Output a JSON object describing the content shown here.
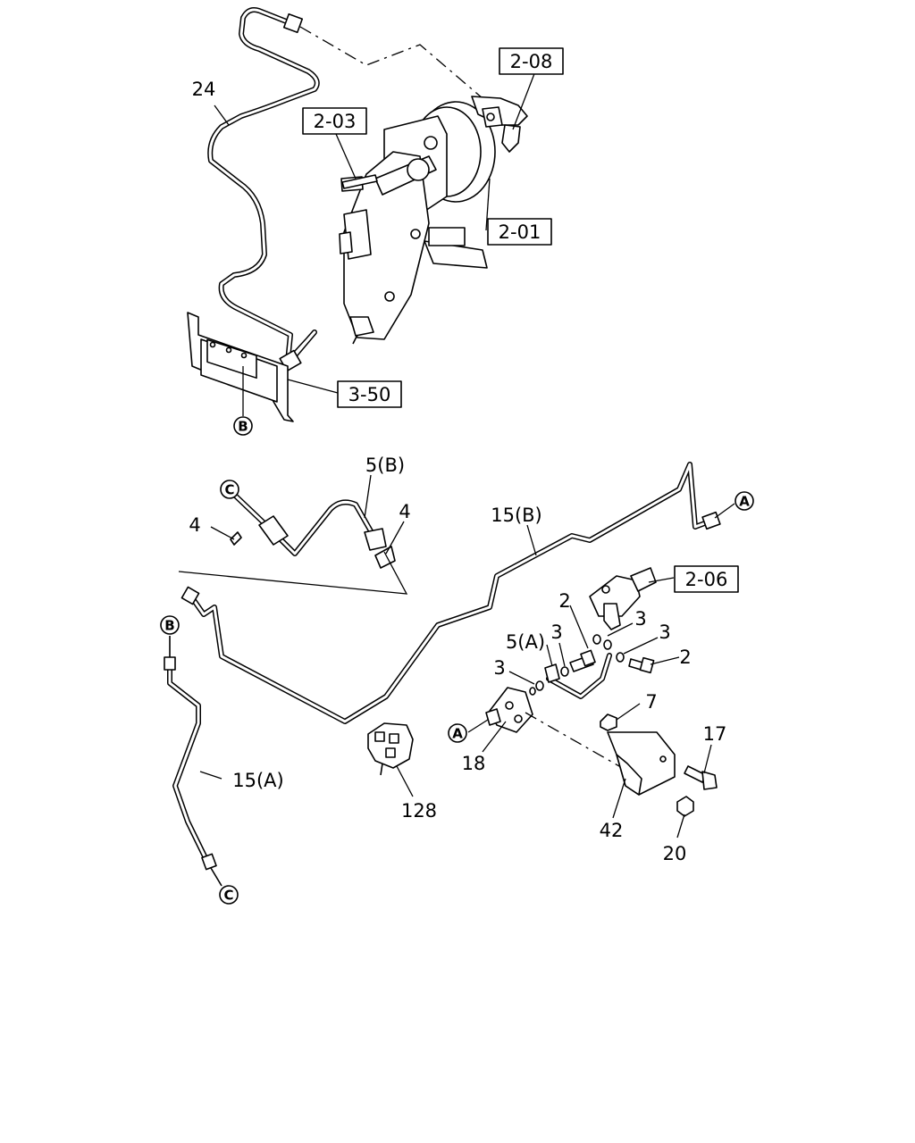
{
  "callouts_boxed": [
    {
      "id": "ref-2-08",
      "text": "2-08"
    },
    {
      "id": "ref-2-03",
      "text": "2-03"
    },
    {
      "id": "ref-2-01",
      "text": "2-01"
    },
    {
      "id": "ref-3-50",
      "text": "3-50"
    },
    {
      "id": "ref-2-06",
      "text": "2-06"
    }
  ],
  "callouts_plain": [
    {
      "id": "part-24",
      "text": "24"
    },
    {
      "id": "part-5b",
      "text": "5(B)"
    },
    {
      "id": "part-4-left",
      "text": "4"
    },
    {
      "id": "part-4-right",
      "text": "4"
    },
    {
      "id": "part-15b",
      "text": "15(B)"
    },
    {
      "id": "part-2-top",
      "text": "2"
    },
    {
      "id": "part-3-a",
      "text": "3"
    },
    {
      "id": "part-3-b",
      "text": "3"
    },
    {
      "id": "part-5a",
      "text": "5(A)"
    },
    {
      "id": "part-3-c",
      "text": "3"
    },
    {
      "id": "part-3-d",
      "text": "3"
    },
    {
      "id": "part-2-right",
      "text": "2"
    },
    {
      "id": "part-7",
      "text": "7"
    },
    {
      "id": "part-17",
      "text": "17"
    },
    {
      "id": "part-18",
      "text": "18"
    },
    {
      "id": "part-15a",
      "text": "15(A)"
    },
    {
      "id": "part-128",
      "text": "128"
    },
    {
      "id": "part-42",
      "text": "42"
    },
    {
      "id": "part-20",
      "text": "20"
    }
  ],
  "connectors": [
    {
      "id": "conn-b-top",
      "text": "B"
    },
    {
      "id": "conn-c-upper",
      "text": "C"
    },
    {
      "id": "conn-a-right",
      "text": "A"
    },
    {
      "id": "conn-b-left",
      "text": "B"
    },
    {
      "id": "conn-a-left",
      "text": "A"
    },
    {
      "id": "conn-c-lower",
      "text": "C"
    }
  ],
  "colors": {
    "line": "#000000",
    "background": "#ffffff"
  }
}
